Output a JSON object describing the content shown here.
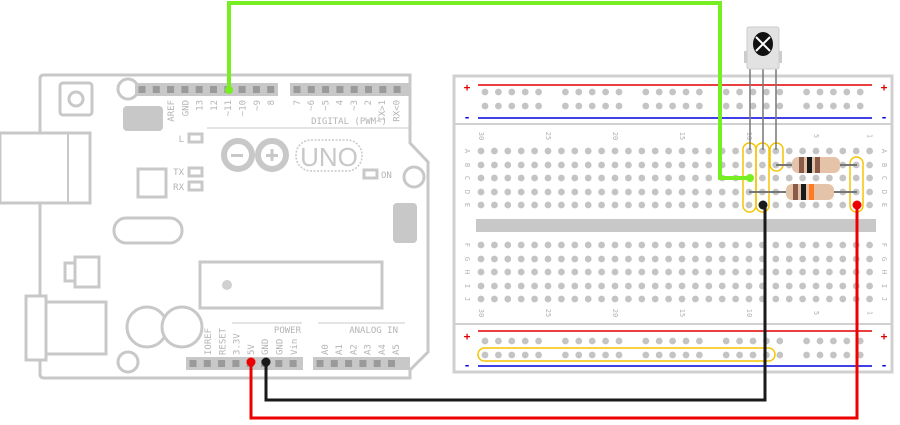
{
  "arduino": {
    "logo_text": "UNO",
    "digital_pins_a": [
      "AREF",
      "GND",
      "13",
      "12",
      "~11",
      "~10",
      "~9",
      "8"
    ],
    "digital_pins_b": [
      "7",
      "~6",
      "~5",
      "4",
      "~3",
      "2",
      "TX>1",
      "RX<0"
    ],
    "digital_label": "DIGITAL (PWM~)",
    "led_l": "L",
    "led_tx": "TX",
    "led_rx": "RX",
    "led_on": "ON",
    "power_pins": [
      "IOREF",
      "RESET",
      "3.3V",
      "5V",
      "GND",
      "GND",
      "Vin"
    ],
    "power_label": "POWER",
    "analog_pins": [
      "A0",
      "A1",
      "A2",
      "A3",
      "A4",
      "A5"
    ],
    "analog_label": "ANALOG IN"
  },
  "breadboard": {
    "column_labels": [
      "30",
      "25",
      "20",
      "15",
      "10",
      "5",
      "1"
    ],
    "rows_top": [
      "A",
      "B",
      "C",
      "D",
      "E"
    ],
    "rows_bottom": [
      "F",
      "G",
      "H",
      "I",
      "J"
    ],
    "plus": "+",
    "minus": "-"
  },
  "colors": {
    "wire_signal": "#77ee22",
    "wire_5v": "#ee0000",
    "wire_gnd": "#1a1a1a",
    "highlight": "#f5c400",
    "rail_plus": "#e00000",
    "rail_minus": "#0000dd"
  },
  "components": {
    "ir_receiver": {
      "pins": 3
    },
    "resistor_1": {
      "bands": [
        "#8a5a4a",
        "#1a1a1a",
        "#8a5a4a"
      ]
    },
    "resistor_2": {
      "bands": [
        "#8a5a4a",
        "#1a1a1a",
        "#ff7b22"
      ]
    }
  }
}
